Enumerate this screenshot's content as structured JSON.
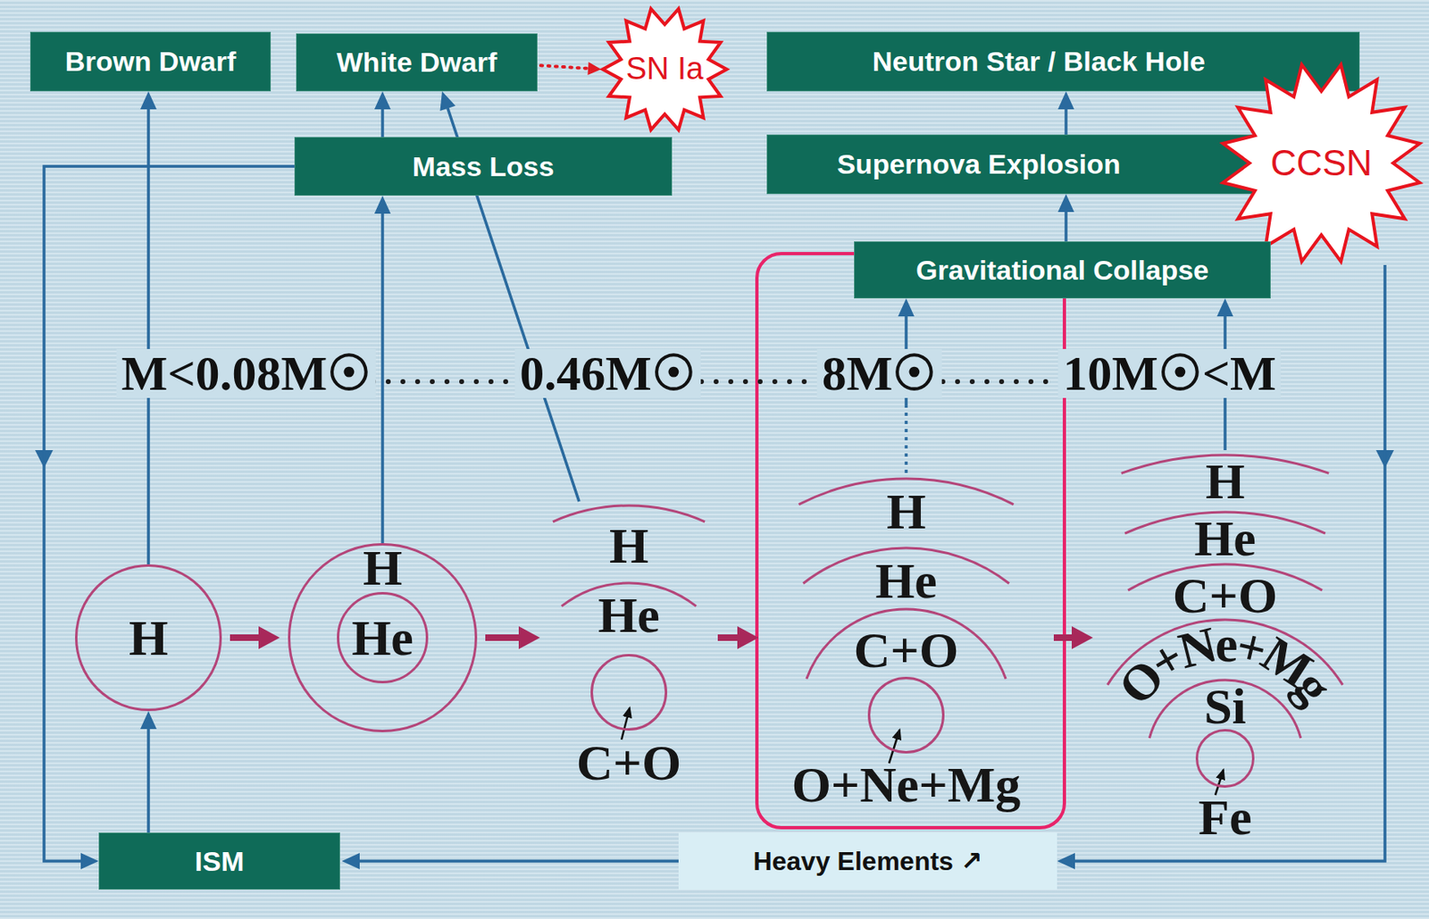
{
  "diagram": {
    "nodes": [
      {
        "text": [
          "Brown Dwarf"
        ]
      },
      {
        "text": [
          "White Dwarf"
        ]
      },
      {
        "text": [
          "SN Ia"
        ]
      },
      {
        "text": [
          "Neutron Star / Black Hole"
        ]
      },
      {
        "text": [
          "Mass Loss"
        ]
      },
      {
        "text": [
          "Supernova Explosion"
        ]
      },
      {
        "text": [
          "CCSN"
        ]
      },
      {
        "text": [
          "Gravitational Collapse"
        ]
      },
      {
        "text": [
          "H"
        ]
      },
      {
        "text": [
          "H"
        ]
      },
      {
        "text": [
          "He"
        ],
        "in": 9
      },
      {
        "text": [
          "H",
          "He",
          "C+O"
        ]
      },
      {
        "text": [
          "H",
          "He",
          "C+O",
          "O+Ne+Mg"
        ]
      },
      {
        "text": [
          "H",
          "He",
          "C+O",
          "O+Ne+Mg",
          "Si",
          "Fe"
        ]
      },
      {
        "text": [
          "ISM"
        ]
      },
      {
        "text": [
          "Heavy Elements ↗"
        ]
      }
    ],
    "edges": [
      {
        "from": 8,
        "to": 0,
        "arrow": "to"
      },
      {
        "from": 14,
        "to": 8,
        "arrow": "to"
      },
      {
        "from": 8,
        "to": 9,
        "arrow": "to"
      },
      {
        "from": 9,
        "to": 11,
        "arrow": "to"
      },
      {
        "from": 11,
        "to": 12,
        "arrow": "to"
      },
      {
        "from": 12,
        "to": 13,
        "arrow": "to"
      },
      {
        "from": 9,
        "to": 4,
        "arrow": "to"
      },
      {
        "from": 4,
        "to": 1,
        "arrow": "to"
      },
      {
        "from": 11,
        "to": 1,
        "arrow": "to"
      },
      {
        "from": 4,
        "to": 14,
        "arrow": "to"
      },
      {
        "from": 1,
        "to": 2,
        "arrow": "to"
      },
      {
        "from": 12,
        "to": 7,
        "arrow": "to"
      },
      {
        "from": 13,
        "to": 7,
        "arrow": "to"
      },
      {
        "from": 7,
        "to": 5,
        "arrow": "to"
      },
      {
        "from": 5,
        "to": 3,
        "arrow": "to"
      },
      {
        "from": 6,
        "to": 15,
        "arrow": "to"
      },
      {
        "from": 15,
        "to": 14,
        "arrow": "to"
      }
    ],
    "labels": [
      "M<0.08M☉",
      "0.46M☉",
      "8M☉",
      "10M☉<M"
    ]
  }
}
